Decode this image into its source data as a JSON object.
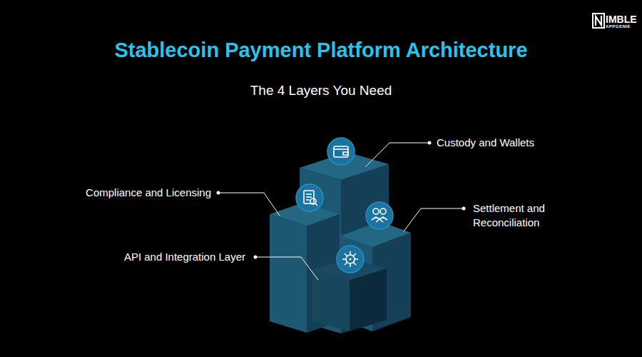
{
  "diagram": {
    "title": "Stablecoin Payment Platform Architecture",
    "labels": [
      "The 4 Layers You Need",
      "Custody and Wallets",
      "Compliance and Licensing",
      "Settlement and Reconciliation",
      "API and Integration Layer",
      "IMBLE",
      "APPGENIE"
    ]
  }
}
